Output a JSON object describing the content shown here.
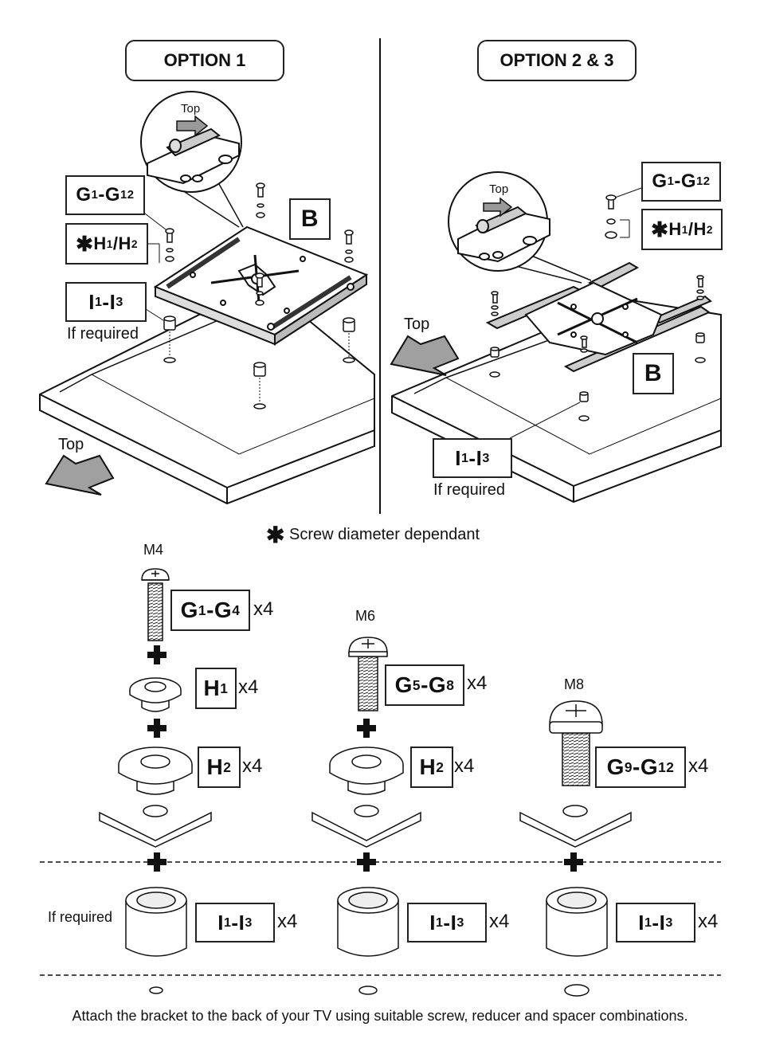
{
  "header": {
    "option1": "OPTION 1",
    "option23": "OPTION 2 & 3"
  },
  "option1": {
    "inset_top": "Top",
    "label_g_prefix": "G",
    "label_g_a": "1",
    "label_g_mid": "-G",
    "label_g_b": "12",
    "label_h_star": "✱",
    "label_h_prefix": "H",
    "label_h_a": "1",
    "label_h_mid": "/H",
    "label_h_b": "2",
    "label_i_prefix": "I",
    "label_i_a": "1",
    "label_i_mid": "-I",
    "label_i_b": "3",
    "if_required": "If required",
    "bracket": "B",
    "top": "Top"
  },
  "option23": {
    "inset_top": "Top",
    "label_g_prefix": "G",
    "label_g_a": "1",
    "label_g_mid": "-G",
    "label_g_b": "12",
    "label_h_star": "✱",
    "label_h_prefix": "H",
    "label_h_a": "1",
    "label_h_mid": "/H",
    "label_h_b": "2",
    "label_i_prefix": "I",
    "label_i_a": "1",
    "label_i_mid": "-I",
    "label_i_b": "3",
    "if_required": "If required",
    "bracket": "B",
    "top": "Top"
  },
  "note": {
    "star": "✱",
    "text": "Screw diameter dependant"
  },
  "columns": [
    {
      "size": "M4",
      "screw": {
        "p": "G",
        "a": "1",
        "m": "-G",
        "b": "4"
      },
      "screw_qty": "x4",
      "reducer1": {
        "p": "H",
        "a": "1"
      },
      "reducer1_qty": "x4",
      "reducer2": {
        "p": "H",
        "a": "2"
      },
      "reducer2_qty": "x4",
      "spacer": {
        "p": "I",
        "a": "1",
        "m": "-I",
        "b": "3"
      },
      "spacer_qty": "x4"
    },
    {
      "size": "M6",
      "screw": {
        "p": "G",
        "a": "5",
        "m": "-G",
        "b": "8"
      },
      "screw_qty": "x4",
      "reducer2": {
        "p": "H",
        "a": "2"
      },
      "reducer2_qty": "x4",
      "spacer": {
        "p": "I",
        "a": "1",
        "m": "-I",
        "b": "3"
      },
      "spacer_qty": "x4"
    },
    {
      "size": "M8",
      "screw": {
        "p": "G",
        "a": "9",
        "m": "-G",
        "b": "12"
      },
      "screw_qty": "x4",
      "spacer": {
        "p": "I",
        "a": "1",
        "m": "-I",
        "b": "3"
      },
      "spacer_qty": "x4"
    }
  ],
  "if_required_left": "If required",
  "footer": "Attach the bracket to the back of your TV using suitable screw, reducer and spacer combinations."
}
